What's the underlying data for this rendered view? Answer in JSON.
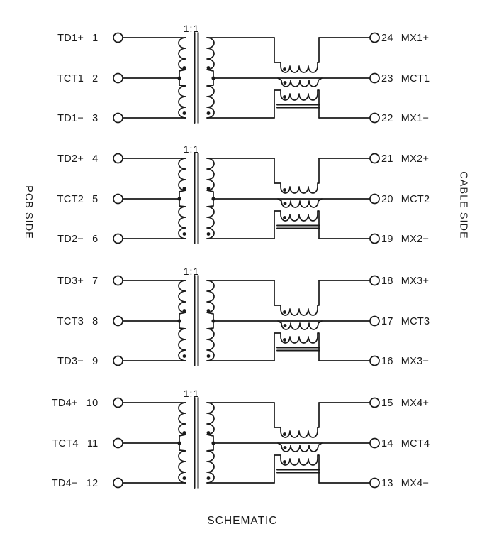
{
  "drawing": {
    "title": "SCHEMATIC",
    "left_side_label": "PCB SIDE",
    "right_side_label": "CABLE SIDE",
    "line_color": "#1a1a1a",
    "background_color": "#ffffff"
  },
  "channels": [
    {
      "id": "1",
      "ratio": "1:1",
      "left_pins": [
        {
          "name": "TD1+",
          "num": "1"
        },
        {
          "name": "TCT1",
          "num": "2"
        },
        {
          "name": "TD1−",
          "num": "3"
        }
      ],
      "right_pins": [
        {
          "num": "24",
          "name": "MX1+"
        },
        {
          "num": "23",
          "name": "MCT1"
        },
        {
          "num": "22",
          "name": "MX1−"
        }
      ]
    },
    {
      "id": "2",
      "ratio": "1:1",
      "left_pins": [
        {
          "name": "TD2+",
          "num": "4"
        },
        {
          "name": "TCT2",
          "num": "5"
        },
        {
          "name": "TD2−",
          "num": "6"
        }
      ],
      "right_pins": [
        {
          "num": "21",
          "name": "MX2+"
        },
        {
          "num": "20",
          "name": "MCT2"
        },
        {
          "num": "19",
          "name": "MX2−"
        }
      ]
    },
    {
      "id": "3",
      "ratio": "1:1",
      "left_pins": [
        {
          "name": "TD3+",
          "num": "7"
        },
        {
          "name": "TCT3",
          "num": "8"
        },
        {
          "name": "TD3−",
          "num": "9"
        }
      ],
      "right_pins": [
        {
          "num": "18",
          "name": "MX3+"
        },
        {
          "num": "17",
          "name": "MCT3"
        },
        {
          "num": "16",
          "name": "MX3−"
        }
      ]
    },
    {
      "id": "4",
      "ratio": "1:1",
      "left_pins": [
        {
          "name": "TD4+",
          "num": "10"
        },
        {
          "name": "TCT4",
          "num": "11"
        },
        {
          "name": "TD4−",
          "num": "12"
        }
      ],
      "right_pins": [
        {
          "num": "15",
          "name": "MX4+"
        },
        {
          "num": "14",
          "name": "MCT4"
        },
        {
          "num": "13",
          "name": "MX4−"
        }
      ]
    }
  ]
}
